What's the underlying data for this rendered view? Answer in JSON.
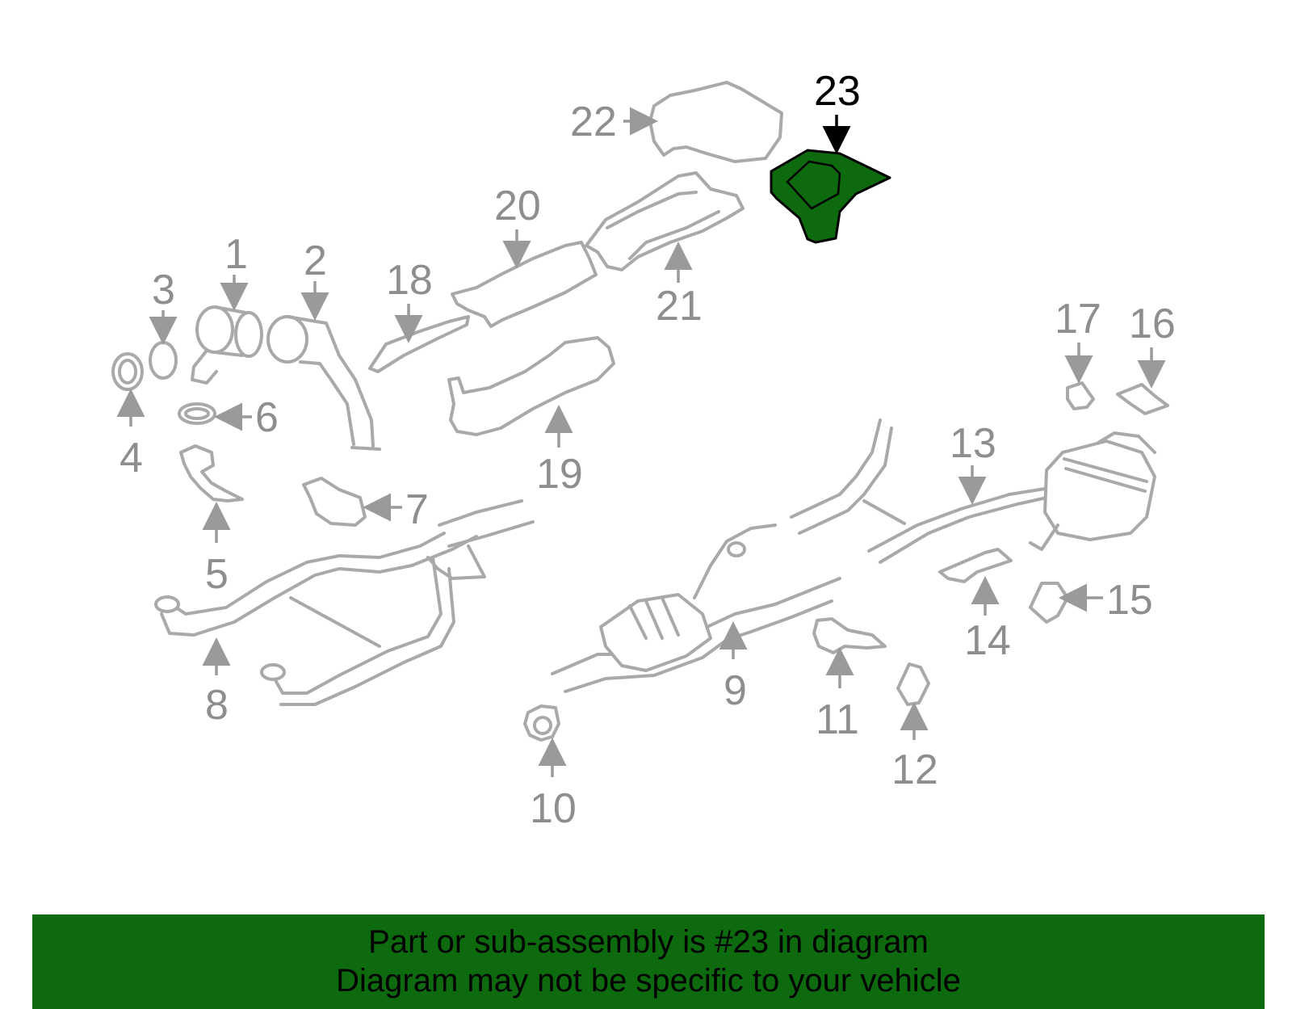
{
  "diagram": {
    "highlight_color": "#0e6a0e",
    "highlighted_part": "23",
    "callouts": [
      "1",
      "2",
      "3",
      "4",
      "5",
      "6",
      "7",
      "8",
      "9",
      "10",
      "11",
      "12",
      "13",
      "14",
      "15",
      "16",
      "17",
      "18",
      "19",
      "20",
      "21",
      "22",
      "23"
    ]
  },
  "footer": {
    "line1": "Part or sub-assembly is #23 in diagram",
    "line2": "Diagram may not be specific to your vehicle",
    "background": "#0e6a0e"
  }
}
